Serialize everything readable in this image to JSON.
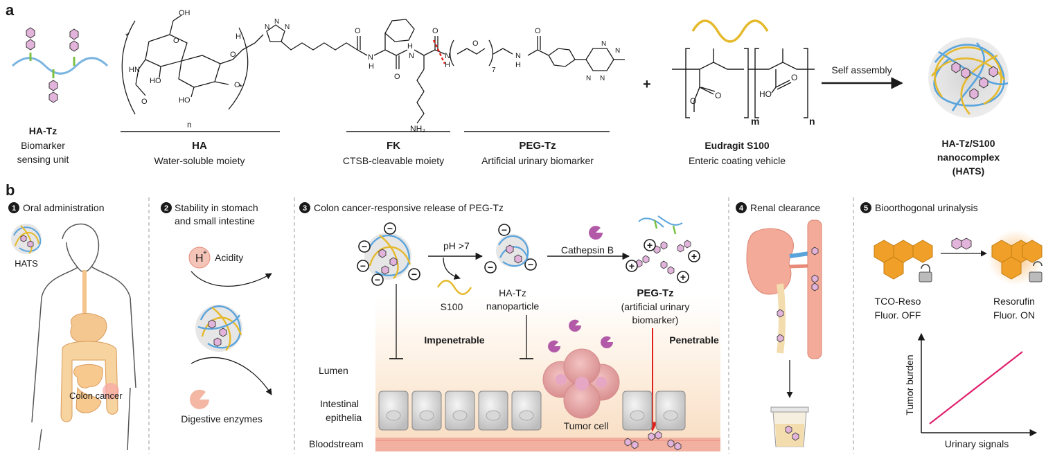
{
  "panel_a": {
    "letter": "a",
    "hatz": {
      "name": "HA-Tz",
      "desc1": "Biomarker",
      "desc2": "sensing unit"
    },
    "chem_labels": {
      "star": "*",
      "oh": "OH",
      "hn": "HN",
      "ho": "HO",
      "o": "O",
      "n": "n",
      "n_atom": "N",
      "h": "H",
      "nh2": "NH₂",
      "sub7": "7",
      "m": "m",
      "plus": "+"
    },
    "ha": {
      "name": "HA",
      "desc": "Water-soluble moiety",
      "color": "#2f6db5"
    },
    "fk": {
      "name": "FK",
      "desc": "CTSB-cleavable moiety",
      "color": "#2e9e4a"
    },
    "pegtz": {
      "name": "PEG-Tz",
      "desc": "Artificial urinary biomarker",
      "color": "#6a3d9a"
    },
    "eudragit": {
      "name": "Eudragit S100",
      "desc": "Enteric coating vehicle"
    },
    "arrow_label": "Self assembly",
    "hats": {
      "line1": "HA-Tz/S100",
      "line2": "nanocomplex",
      "line3": "(HATS)"
    }
  },
  "panel_b": {
    "letter": "b",
    "step1": {
      "num": "1",
      "title": "Oral administration",
      "hats": "HATS",
      "colon": "Colon cancer"
    },
    "step2": {
      "num": "2",
      "title1": "Stability in stomach",
      "title2": "and small intestine",
      "h": "H",
      "plus": "+",
      "acidity": "Acidity",
      "enzymes": "Digestive enzymes"
    },
    "step3": {
      "num": "3",
      "title": "Colon cancer-responsive release of PEG-Tz",
      "ph": "pH >7",
      "s100": "S100",
      "np1": "HA-Tz",
      "np2": "nanoparticle",
      "cathepsin": "Cathepsin B",
      "minus": "−",
      "plusc": "+",
      "pegtz": "PEG-Tz",
      "pegtz_sub1": "(artificial urinary",
      "pegtz_sub2": "biomarker)",
      "impenetrable": "Impenetrable",
      "penetrable": "Penetrable",
      "lumen": "Lumen",
      "epi1": "Intestinal",
      "epi2": "epithelia",
      "blood": "Bloodstream",
      "tumor": "Tumor cell"
    },
    "step4": {
      "num": "4",
      "title": "Renal clearance"
    },
    "step5": {
      "num": "5",
      "title": "Bioorthogonal urinalysis",
      "tco1": "TCO-Reso",
      "tco2": "Fluor. OFF",
      "res1": "Resorufin",
      "res2": "Fluor. ON",
      "ylabel": "Tumor burden",
      "xlabel": "Urinary signals"
    }
  },
  "colors": {
    "red": "#e0201b",
    "orange": "#f0a028",
    "purple": "#b25aa8",
    "hex_pink": "#e3b4db"
  }
}
